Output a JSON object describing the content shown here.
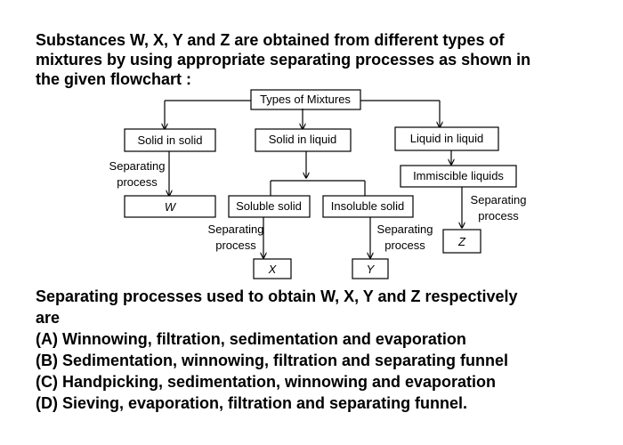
{
  "question": {
    "intro_lines": [
      "Substances W, X, Y and Z are obtained from different types of",
      "mixtures by using appropriate separating processes as shown in",
      "the given flowchart :"
    ],
    "prompt_lines": [
      "Separating processes used to obtain W, X, Y and Z respectively",
      "are"
    ],
    "options": [
      "(A) Winnowing, filtration, sedimentation and evaporation",
      "(B) Sedimentation, winnowing, filtration and separating funnel",
      "(C) Handpicking, sedimentation, winnowing and evaporation",
      "(D) Sieving, evaporation, filtration and separating funnel."
    ]
  },
  "flowchart": {
    "root": "Types of Mixtures",
    "solid_in_solid": "Solid in solid",
    "solid_in_liquid": "Solid in liquid",
    "liquid_in_liquid": "Liquid in liquid",
    "immiscible_liquids": "Immiscible liquids",
    "soluble_solid": "Soluble solid",
    "insoluble_solid": "Insoluble solid",
    "sep_label_line1": "Separating",
    "sep_label_line2": "process",
    "product_w": "W",
    "product_x": "X",
    "product_y": "Y",
    "product_z": "Z"
  }
}
